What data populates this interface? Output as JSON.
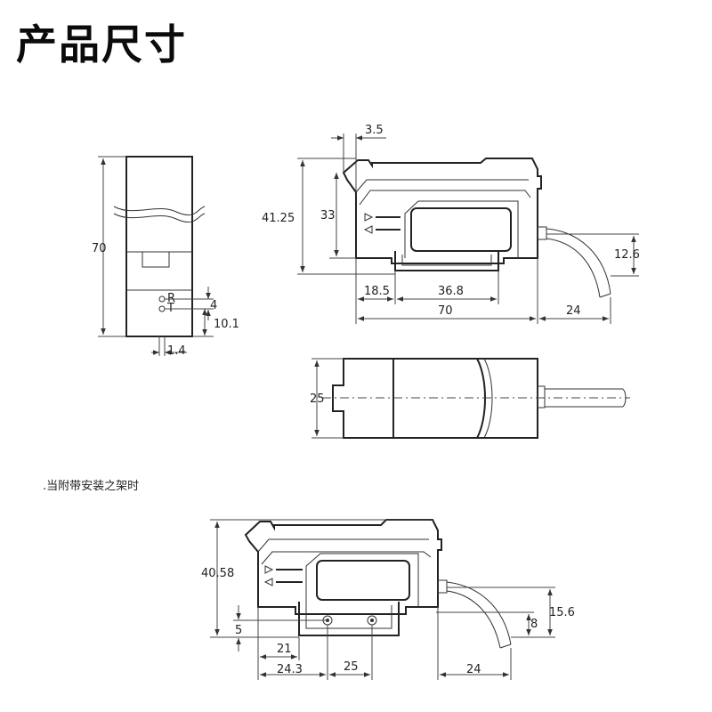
{
  "title": "产品尺寸",
  "note": ".当附带安装之架时",
  "side_view": {
    "height": "70",
    "d4": "4",
    "d10_1": "10.1",
    "d1_4": "1.4"
  },
  "front_view": {
    "d3_5": "3.5",
    "d41_25": "41.25",
    "d33": "33",
    "d12_6": "12.6",
    "d18_5": "18.5",
    "d36_8": "36.8",
    "d70": "70",
    "d24": "24"
  },
  "top_view": {
    "d25": "25"
  },
  "bracket_view": {
    "d40_58": "40.58",
    "d15_6": "15.6",
    "d8": "8",
    "d5": "5",
    "d21": "21",
    "d24_3": "24.3",
    "d25": "25",
    "d24": "24"
  }
}
